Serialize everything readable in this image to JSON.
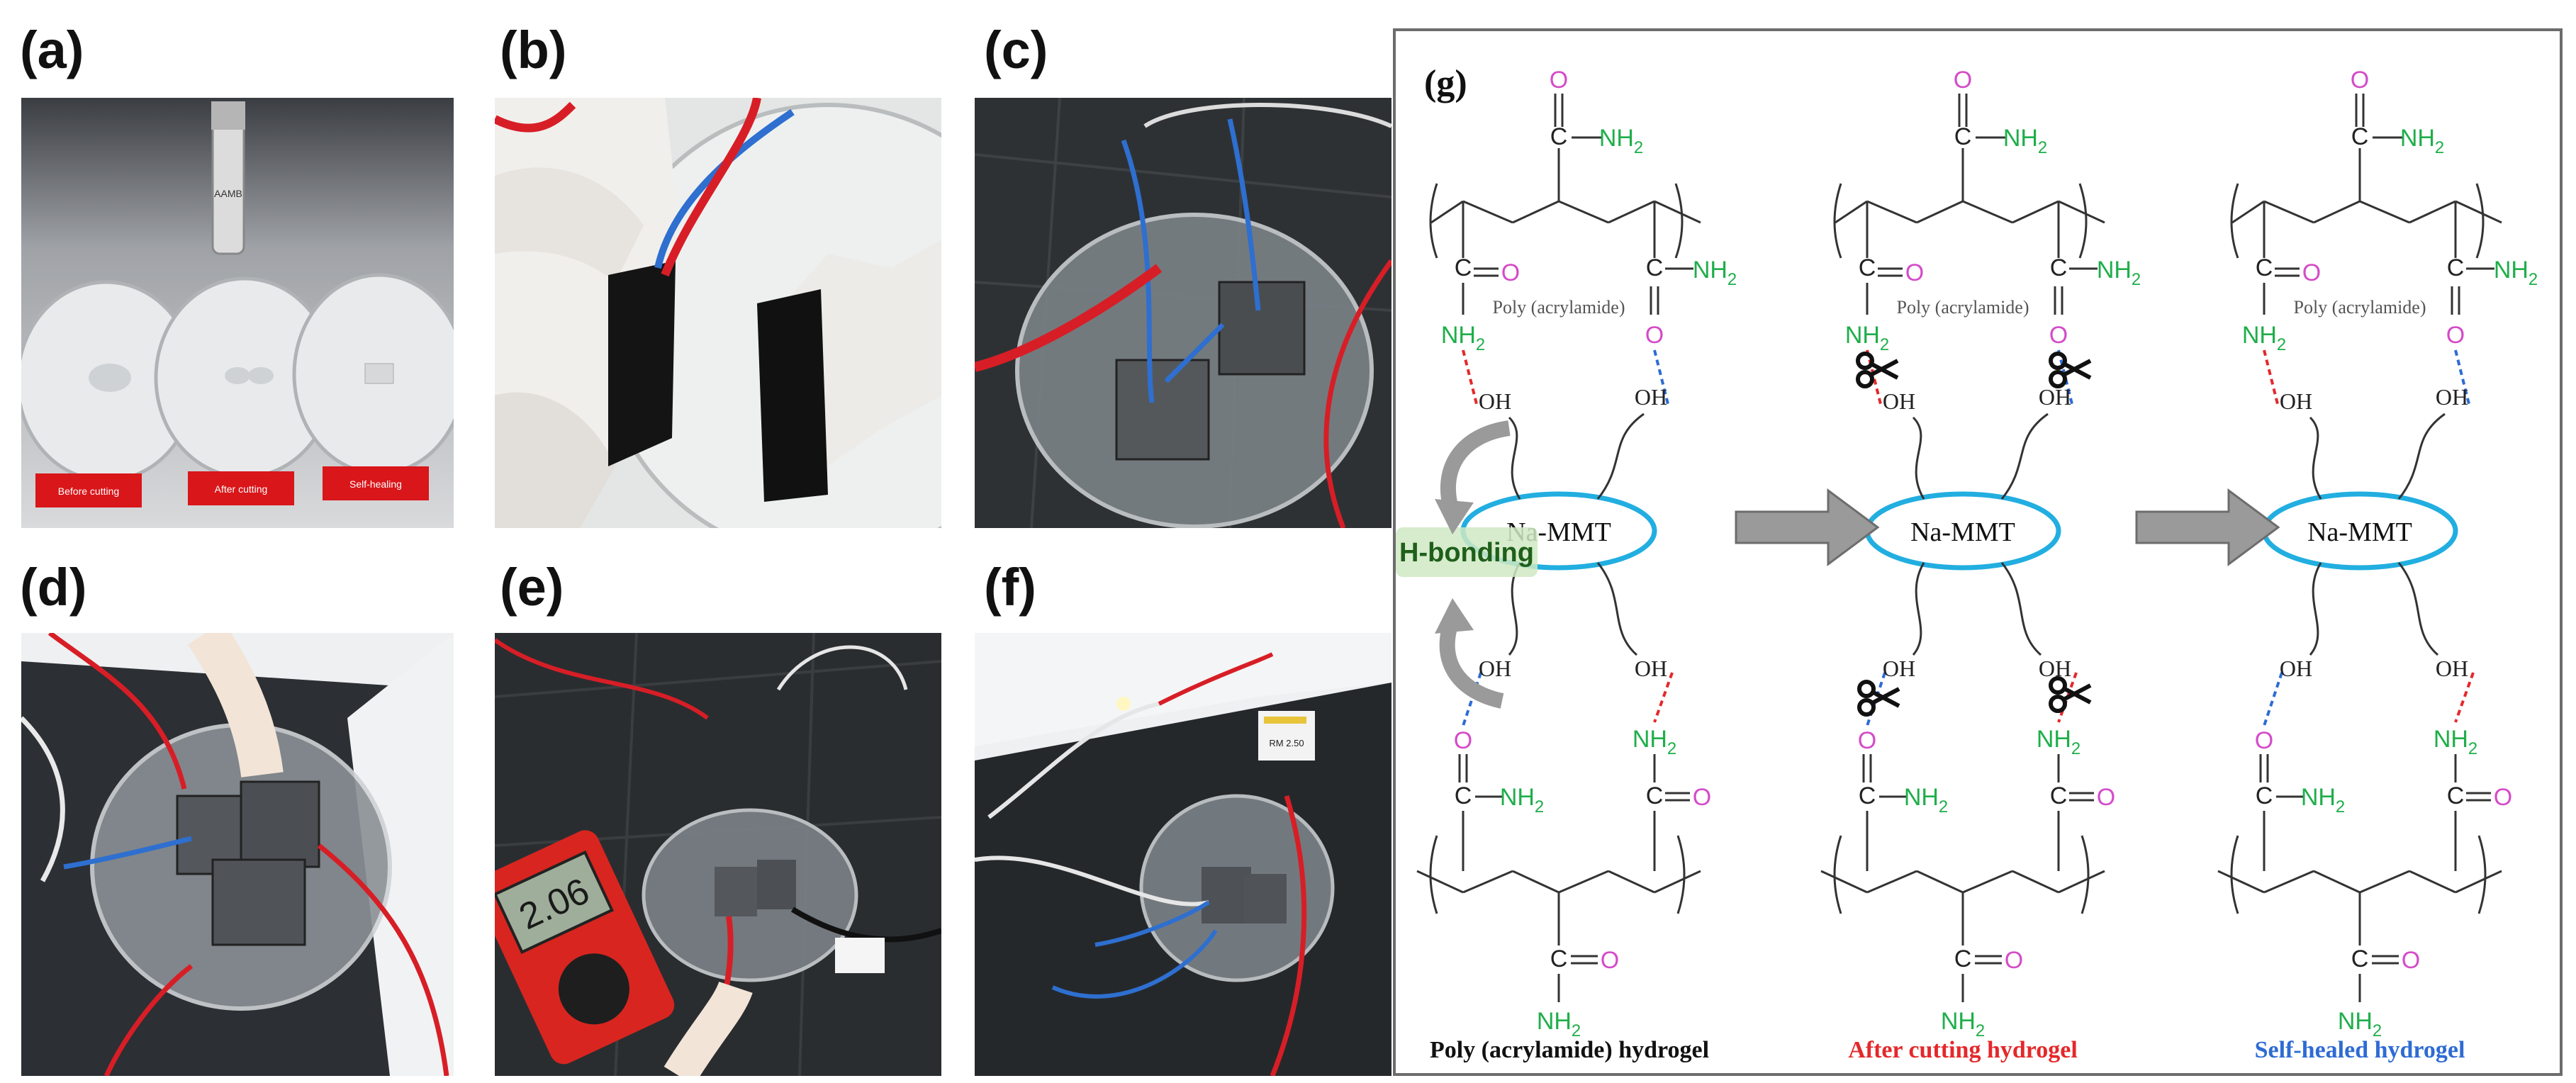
{
  "panels": {
    "a": {
      "label": "(a)",
      "dish_labels": [
        "Before cutting",
        "After cutting",
        "Self-healing"
      ],
      "bottle_label": "AAMB"
    },
    "b": {
      "label": "(b)"
    },
    "c": {
      "label": "(c)"
    },
    "d": {
      "label": "(d)"
    },
    "e": {
      "label": "(e)",
      "meter_reading": "2.06"
    },
    "f": {
      "label": "(f)",
      "sticker_text": "RM 2.50"
    },
    "g": {
      "label": "(g)",
      "nh2": "NH2",
      "o": "O",
      "c": "C",
      "oh": "OH",
      "poly_label": "Poly (acrylamide)",
      "clay": "Na-MMT",
      "hbond": "H-bonding",
      "captions": [
        "Poly (acrylamide) hydrogel",
        "After cutting hydrogel",
        "Self-healed hydrogel"
      ],
      "colors": {
        "nh2": "#1fae4a",
        "o": "#d44cc8",
        "clay": "#22aee0",
        "red_dash": "#e4282a",
        "blue_dash": "#2e6bd4",
        "caption_red": "#e4282a",
        "caption_blue": "#2e6bd4",
        "hbond_bg": "#cfe9c3",
        "arrow": "#9a9a9a"
      }
    }
  }
}
